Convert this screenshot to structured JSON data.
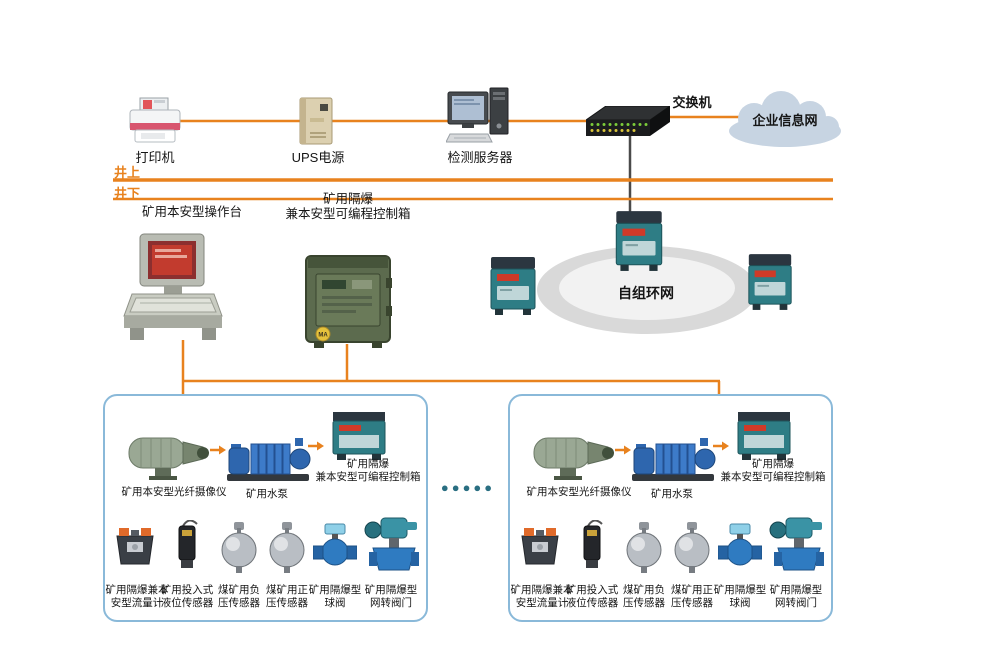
{
  "surface": {
    "printer_label": "打印机",
    "ups_label": "UPS电源",
    "server_label": "检测服务器",
    "switch_label": "交换机",
    "cloud_label": "企业信息网"
  },
  "boundary": {
    "above_label": "井上",
    "below_label": "井下"
  },
  "underground": {
    "console_label": "矿用本安型操作台",
    "plc_label_line1": "矿用隔爆",
    "plc_label_line2": "兼本安型可编程控制箱",
    "plc_badge": "MA",
    "ring_label": "自组环网"
  },
  "separator_dots": "●●●●●",
  "groups": [
    {
      "camera_label": "矿用本安型光纤摄像仪",
      "pump_label": "矿用水泵",
      "plc_label_line1": "矿用隔爆",
      "plc_label_line2": "兼本安型可编程控制箱",
      "devices": [
        {
          "label_line1": "矿用隔爆兼本",
          "label_line2": "安型流量计"
        },
        {
          "label_line1": "矿用投入式",
          "label_line2": "液位传感器"
        },
        {
          "label_line1": "煤矿用负",
          "label_line2": "压传感器"
        },
        {
          "label_line1": "煤矿用正",
          "label_line2": "压传感器"
        },
        {
          "label_line1": "矿用隔爆型",
          "label_line2": "球阀"
        },
        {
          "label_line1": "矿用隔爆型",
          "label_line2": "网转阀门"
        }
      ]
    },
    {
      "camera_label": "矿用本安型光纤摄像仪",
      "pump_label": "矿用水泵",
      "plc_label_line1": "矿用隔爆",
      "plc_label_line2": "兼本安型可编程控制箱",
      "devices": [
        {
          "label_line1": "矿用隔爆兼本",
          "label_line2": "安型流量计"
        },
        {
          "label_line1": "矿用投入式",
          "label_line2": "液位传感器"
        },
        {
          "label_line1": "煤矿用负",
          "label_line2": "压传感器"
        },
        {
          "label_line1": "煤矿用正",
          "label_line2": "压传感器"
        },
        {
          "label_line1": "矿用隔爆型",
          "label_line2": "球阀"
        },
        {
          "label_line1": "矿用隔爆型",
          "label_line2": "网转阀门"
        }
      ]
    }
  ],
  "colors": {
    "connector_orange": "#E8821E",
    "group_border_blue": "#8ab9d9",
    "dots_teal": "#2a6f82"
  }
}
